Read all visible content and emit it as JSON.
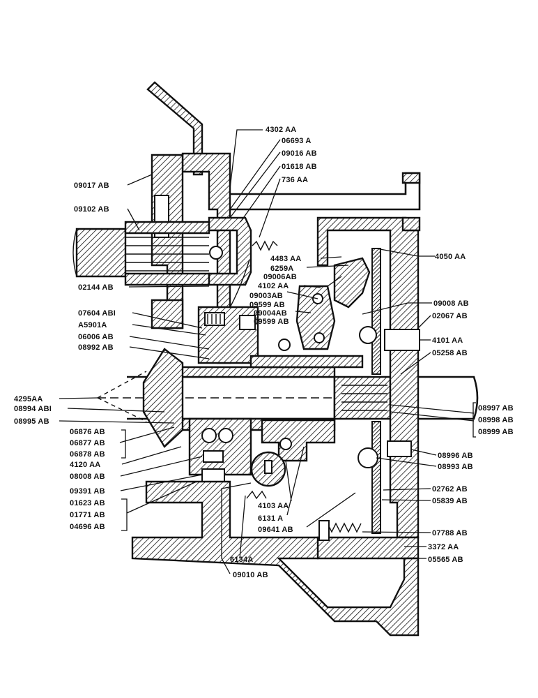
{
  "labels": {
    "l4302AA": "4302 AA",
    "l06693A": "06693 A",
    "l09016AB": "09016 AB",
    "l01618AB": "01618 AB",
    "l736AA": "736 AA",
    "l09017AB": "09017 AB",
    "l09102AB": "09102 AB",
    "l4483AA": "4483 AA",
    "l6259A": "6259A",
    "l09006AB": "09006AB",
    "l4102AA": "4102 AA",
    "l09003AB": "09003AB",
    "l09599AB_a": "09599 AB",
    "l09004AB": "09004AB",
    "l09599AB_b": "09599 AB",
    "l4050AA": "4050 AA",
    "l02144AB": "02144 AB",
    "l09008AB": "09008 AB",
    "l02067AB": "02067 AB",
    "l07604AB1": "07604 ABI",
    "lA5901A": "A5901A",
    "l4101AA": "4101 AA",
    "l06006AB": "06006 AB",
    "l08992AB": "08992 AB",
    "l05258AB": "05258 AB",
    "l4295AA": "4295AA",
    "l08994AB1": "08994 ABI",
    "l08995AB": "08995 AB",
    "l08997AB": "08997 AB",
    "l08998AB": "08998 AB",
    "l08999AB": "08999 AB",
    "l06876AB": "06876 AB",
    "l06877AB": "06877 AB",
    "l06878AB": "06878 AB",
    "l4120AA": "4120 AA",
    "l08008AB": "08008 AB",
    "l09391AB": "09391 AB",
    "l08996AB": "08996 AB",
    "l08993AB": "08993 AB",
    "l01623AB": "01623 AB",
    "l01771AB": "01771 AB",
    "l04696AB": "04696 AB",
    "l4103AA": "4103 AA",
    "l6131A": "6131 A",
    "l09641AB": "09641 AB",
    "l02762AB": "02762 AB",
    "l05839AB": "05839 AB",
    "l07788AB": "07788 AB",
    "l3372AA": "3372 AA",
    "l05565AB": "05565 AB",
    "l6134A": "6134A",
    "l09010AB": "09010 AB"
  }
}
